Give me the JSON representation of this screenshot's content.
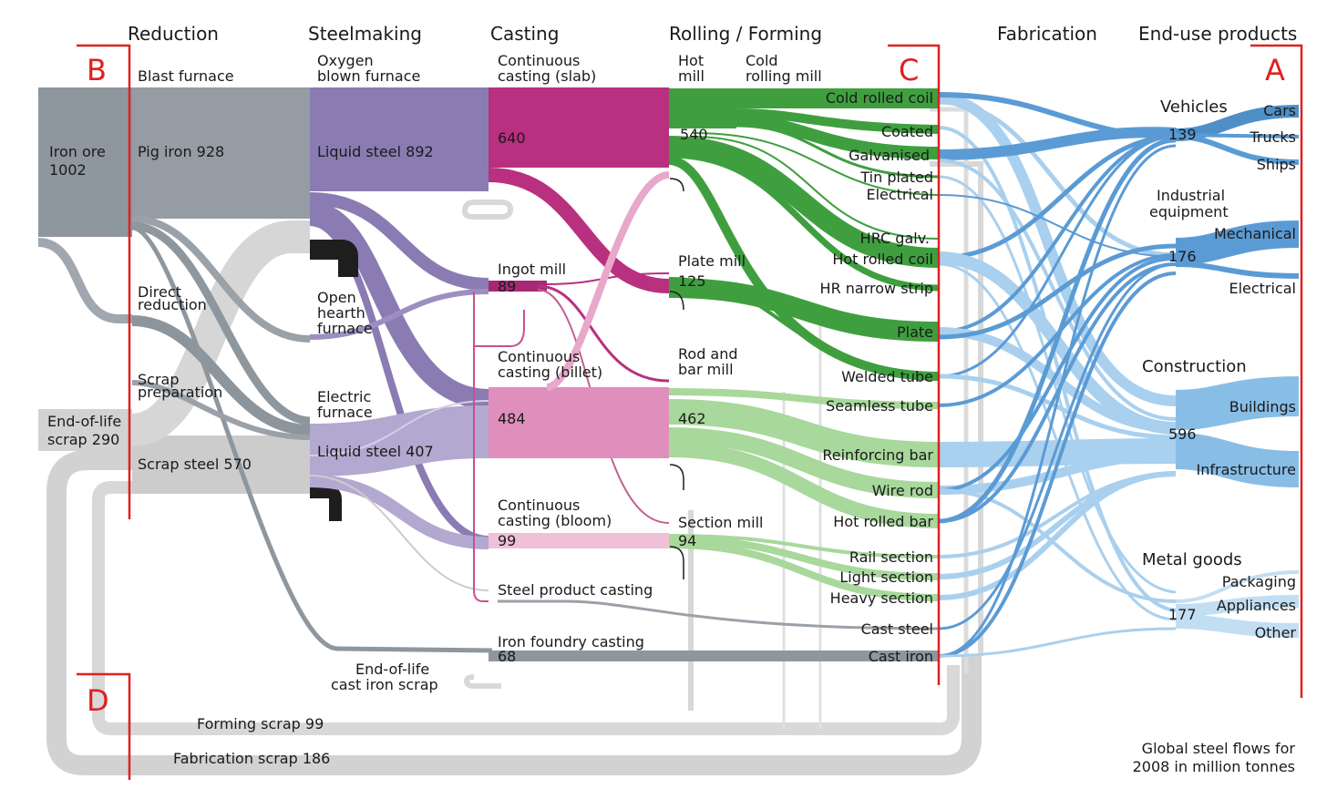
{
  "stages": [
    "Reduction",
    "Steelmaking",
    "Casting",
    "Rolling / Forming",
    "Fabrication",
    "End-use products"
  ],
  "sections": [
    "A",
    "B",
    "C",
    "D"
  ],
  "nodes": {
    "iron_ore": [
      "Iron ore",
      "1002"
    ],
    "pig_iron": "Pig iron  928",
    "blast_furnace": "Blast furnace",
    "direct_reduction": [
      "Direct",
      "reduction"
    ],
    "scrap_preparation": [
      "Scrap",
      "preparation"
    ],
    "eol_scrap": [
      "End-of-life",
      "scrap  290"
    ],
    "scrap_steel": "Scrap steel  570",
    "oxygen_furnace": [
      "Oxygen",
      "blown furnace"
    ],
    "liquid_steel_1": "Liquid steel  892",
    "open_hearth": [
      "Open",
      "hearth",
      "furnace"
    ],
    "electric_furnace": [
      "Electric",
      "furnace"
    ],
    "liquid_steel_2": "Liquid steel  407",
    "cc_slab": [
      "Continuous",
      "casting (slab)"
    ],
    "cc_slab_val": "640",
    "ingot_mill": "Ingot mill",
    "ingot_val": "89",
    "cc_billet": [
      "Continuous",
      "casting (billet)"
    ],
    "cc_billet_val": "484",
    "cc_bloom": [
      "Continuous",
      "casting (bloom)"
    ],
    "cc_bloom_val": "99",
    "steel_product_casting": "Steel product casting",
    "iron_foundry": "Iron foundry casting",
    "iron_foundry_val": "68",
    "eol_cast_iron": [
      "End-of-life",
      "cast iron scrap"
    ],
    "hot_mill": [
      "Hot",
      "mill"
    ],
    "hot_mill_val": "540",
    "cold_mill": [
      "Cold",
      "rolling mill"
    ],
    "plate_mill": "Plate mill",
    "plate_mill_val": "125",
    "rod_bar_mill": [
      "Rod and",
      "bar mill"
    ],
    "rod_bar_val": "462",
    "section_mill": "Section mill",
    "section_mill_val": "94",
    "forming_scrap": "Forming scrap  99",
    "fabrication_scrap": "Fabrication scrap  186"
  },
  "products": [
    "Cold rolled coil",
    "Coated",
    "Galvanised",
    "Tin plated",
    "Electrical",
    "HRC galv.",
    "Hot rolled coil",
    "HR narrow strip",
    "Plate",
    "Welded tube",
    "Seamless tube",
    "Reinforcing bar",
    "Wire rod",
    "Hot rolled bar",
    "Rail section",
    "Light section",
    "Heavy section",
    "Cast steel",
    "Cast iron"
  ],
  "enduse": {
    "vehicles": "Vehicles",
    "vehicles_val": "139",
    "cars": "Cars",
    "trucks": "Trucks",
    "ships": "Ships",
    "industrial": [
      "Industrial",
      "equipment"
    ],
    "industrial_val": "176",
    "mechanical": "Mechanical",
    "electrical": "Electrical",
    "construction": "Construction",
    "construction_val": "596",
    "buildings": "Buildings",
    "infrastructure": "Infrastructure",
    "metal_goods": "Metal goods",
    "metal_goods_val": "177",
    "packaging": "Packaging",
    "appliances": "Appliances",
    "other": "Other"
  },
  "caption": [
    "Global steel flows for",
    "2008 in million tonnes"
  ],
  "colors": {
    "grey": "#9aa3ab",
    "light_grey": "#cfcfcf",
    "purple": "#8a7cb3",
    "light_purple": "#b3a8d0",
    "magenta": "#b8307f",
    "pink": "#e08fbd",
    "light_pink": "#efc0d8",
    "green": "#3f9f3f",
    "light_green": "#a8d89b",
    "blue": "#5b9bd5",
    "light_blue": "#a9d0ee",
    "red": "#e02020"
  }
}
